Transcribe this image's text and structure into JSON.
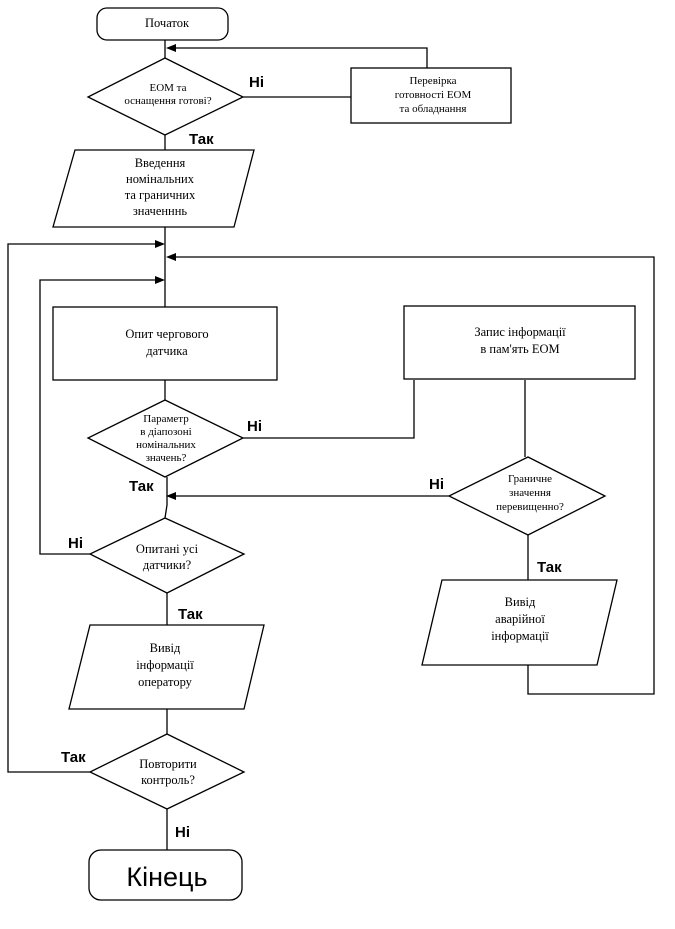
{
  "nodes": {
    "start": "Початок",
    "eom_ready": [
      "ЕОМ та",
      "оснащення готові?"
    ],
    "check_ready": [
      "Перевірка",
      "готовності ЕОМ",
      "та обладнання"
    ],
    "input_values": [
      "Введення",
      "номінальних",
      "та граничних",
      "значенннь"
    ],
    "poll_sensor": [
      "Опит чергового",
      "датчика"
    ],
    "write_memory": [
      "Запис інформації",
      "в пам'ять ЕОМ"
    ],
    "param_range": [
      "Параметр",
      "в діапозоні",
      "номінальних",
      "значень?"
    ],
    "limit_exceeded": [
      "Граничне",
      "значення",
      "перевищенно?"
    ],
    "all_polled": [
      "Опитані усі",
      "датчики?"
    ],
    "emergency_output": [
      "Вивід",
      "аварійної",
      "інформації"
    ],
    "operator_output": [
      "Вивід",
      "інформації",
      "оператору"
    ],
    "repeat_control": [
      "Повторити",
      "контроль?"
    ],
    "end": "Кінець"
  },
  "labels": {
    "yes": "Так",
    "no": "Ні"
  },
  "colors": {
    "stroke": "#000000",
    "fill": "#ffffff"
  }
}
